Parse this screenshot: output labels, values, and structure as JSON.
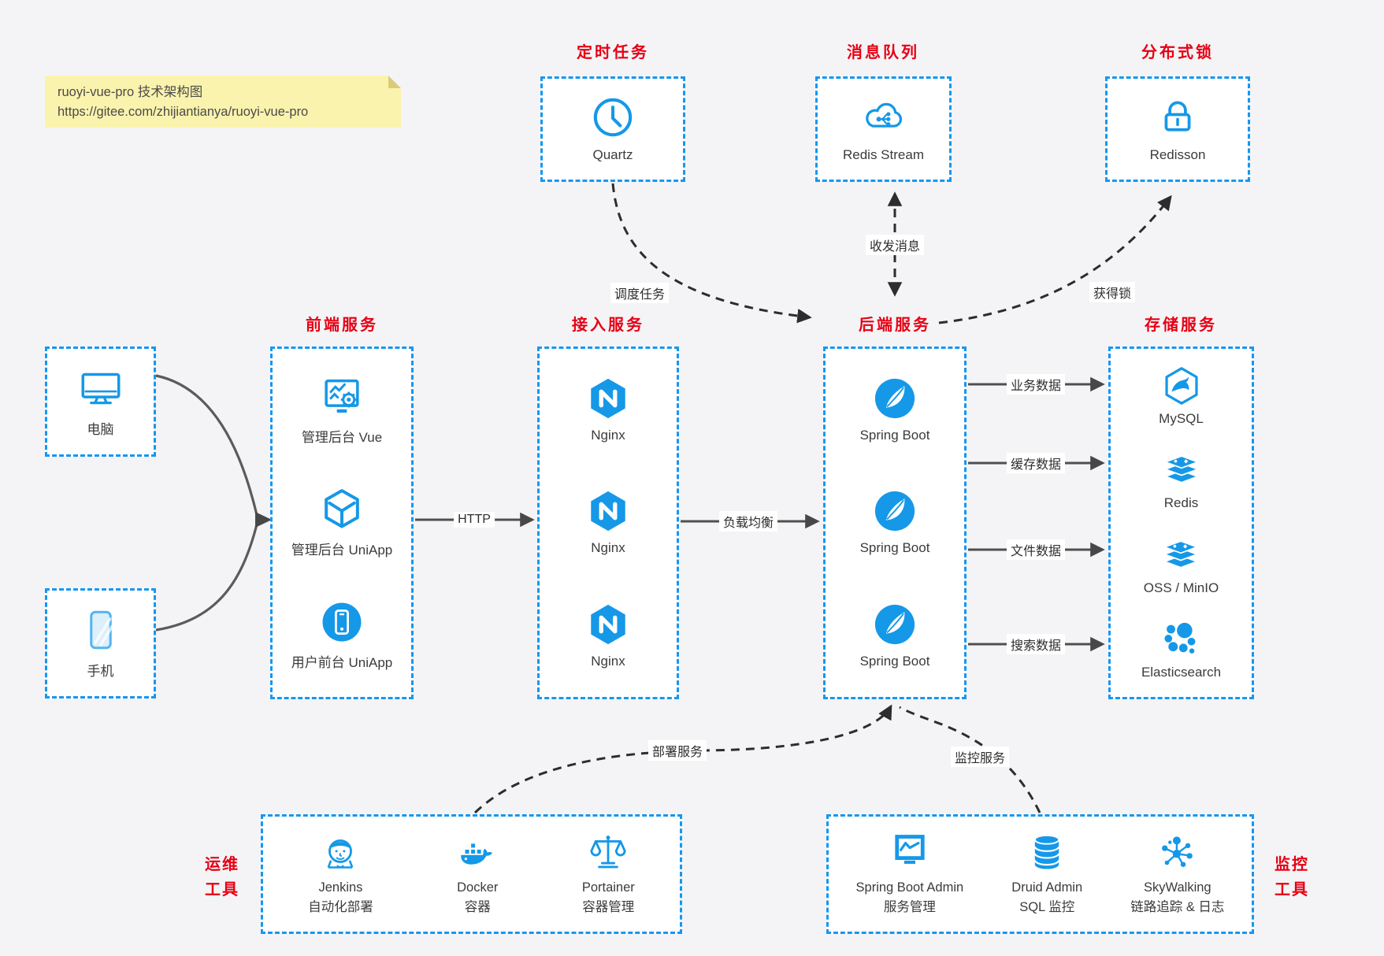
{
  "note": {
    "title": "ruoyi-vue-pro 技术架构图",
    "url": "https://gitee.com/zhijiantianya/ruoyi-vue-pro"
  },
  "top_groups": [
    {
      "title": "定时任务",
      "label": "Quartz",
      "icon": "clock-icon"
    },
    {
      "title": "消息队列",
      "label": "Redis Stream",
      "icon": "cloud-stream-icon"
    },
    {
      "title": "分布式锁",
      "label": "Redisson",
      "icon": "lock-icon"
    }
  ],
  "clients": [
    {
      "label": "电脑",
      "icon": "desktop-icon"
    },
    {
      "label": "手机",
      "icon": "smartphone-icon"
    }
  ],
  "columns": [
    {
      "title": "前端服务",
      "items": [
        {
          "label": "管理后台 Vue",
          "icon": "admin-dashboard-icon"
        },
        {
          "label": "管理后台 UniApp",
          "icon": "cube-icon"
        },
        {
          "label": "用户前台 UniApp",
          "icon": "mobile-app-icon"
        }
      ]
    },
    {
      "title": "接入服务",
      "items": [
        {
          "label": "Nginx",
          "icon": "nginx-icon"
        },
        {
          "label": "Nginx",
          "icon": "nginx-icon"
        },
        {
          "label": "Nginx",
          "icon": "nginx-icon"
        }
      ]
    },
    {
      "title": "后端服务",
      "items": [
        {
          "label": "Spring Boot",
          "icon": "spring-icon"
        },
        {
          "label": "Spring Boot",
          "icon": "spring-icon"
        },
        {
          "label": "Spring Boot",
          "icon": "spring-icon"
        }
      ]
    },
    {
      "title": "存储服务",
      "items": [
        {
          "label": "MySQL",
          "icon": "mysql-icon"
        },
        {
          "label": "Redis",
          "icon": "storage-stack-icon"
        },
        {
          "label": "OSS / MinIO",
          "icon": "storage-stack-icon"
        },
        {
          "label": "Elasticsearch",
          "icon": "elasticsearch-icon"
        }
      ]
    }
  ],
  "bottom_groups": [
    {
      "side_label_line1": "运维",
      "side_label_line2": "工具",
      "items": [
        {
          "name": "Jenkins",
          "desc": "自动化部署",
          "icon": "jenkins-icon"
        },
        {
          "name": "Docker",
          "desc": "容器",
          "icon": "docker-icon"
        },
        {
          "name": "Portainer",
          "desc": "容器管理",
          "icon": "portainer-scales-icon"
        }
      ]
    },
    {
      "side_label_line1": "监控",
      "side_label_line2": "工具",
      "items": [
        {
          "name": "Spring Boot Admin",
          "desc": "服务管理",
          "icon": "monitor-chart-icon"
        },
        {
          "name": "Druid Admin",
          "desc": "SQL 监控",
          "icon": "database-icon"
        },
        {
          "name": "SkyWalking",
          "desc": "链路追踪 & 日志",
          "icon": "skywalking-icon"
        }
      ]
    }
  ],
  "edge_labels": {
    "http": "HTTP",
    "load_balance": "负载均衡",
    "schedule": "调度任务",
    "messaging": "收发消息",
    "lock": "获得锁",
    "business_data": "业务数据",
    "cache_data": "缓存数据",
    "file_data": "文件数据",
    "search_data": "搜索数据",
    "deploy": "部署服务",
    "monitor": "监控服务"
  },
  "colors": {
    "box_border_blue": "#1697f0",
    "icon_blue": "#1598e8",
    "title_red": "#e60014",
    "solid_arrow": "#4f4f4f",
    "dashed_arrow": "#2d2d2d",
    "note_bg": "#faf3ad",
    "canvas_bg": "#f4f4f6"
  }
}
